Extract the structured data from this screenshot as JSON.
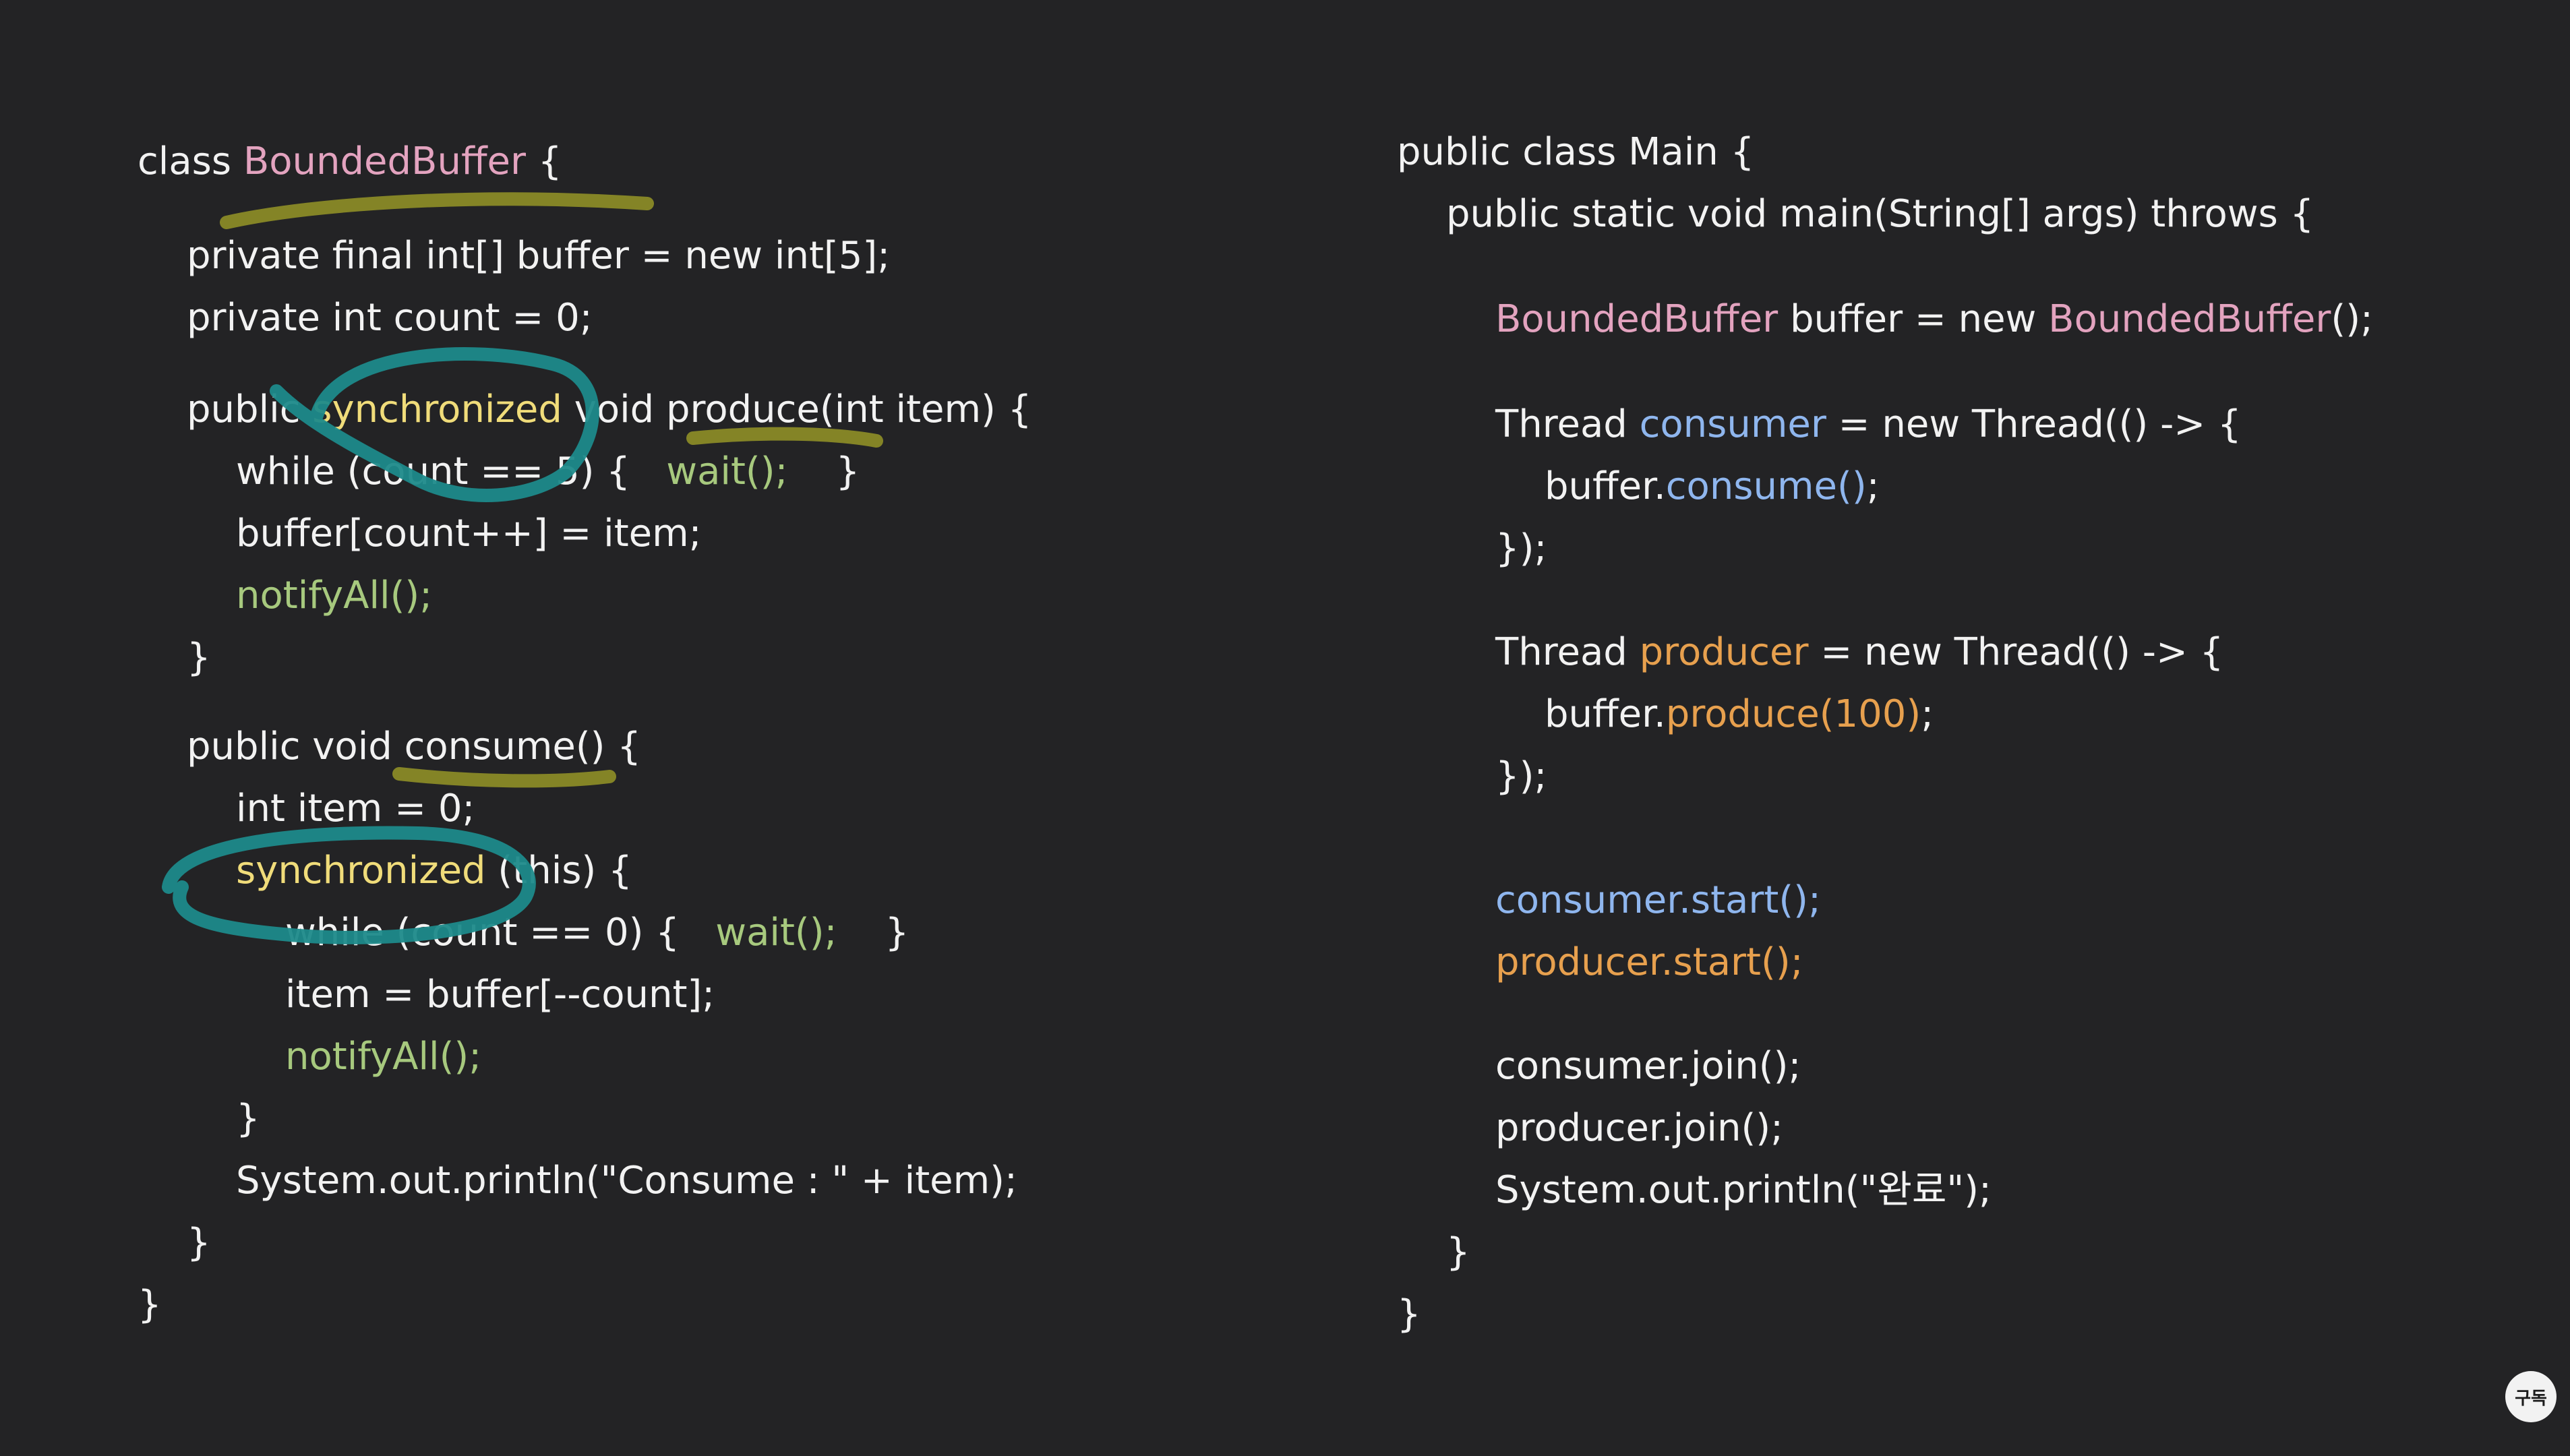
{
  "colors": {
    "background": "#232325",
    "default": "#f2f2f2",
    "class_name": "#e3a3bf",
    "synchronized_keyword": "#f0dc7a",
    "wait_notify": "#a7c97e",
    "consumer": "#8fb6ee",
    "producer": "#e7a04e",
    "annotation_teal": "#1e8a8a",
    "annotation_olive": "#8a8a26"
  },
  "left_code": [
    [
      [
        "class ",
        "white"
      ],
      [
        "BoundedBuffer",
        "pink"
      ],
      [
        " {",
        "white"
      ]
    ],
    [
      [
        "private final int[] buffer = new int[5];",
        "white"
      ]
    ],
    [
      [
        "private int count = 0;",
        "white"
      ]
    ],
    [
      [
        "public ",
        "white"
      ],
      [
        "synchronized",
        "yellow"
      ],
      [
        " void produce(int item) {",
        "white"
      ]
    ],
    [
      [
        "while (count == 5) {   ",
        "white"
      ],
      [
        "wait();",
        "green"
      ],
      [
        "    }",
        "white"
      ]
    ],
    [
      [
        "buffer[count++] = item;",
        "white"
      ]
    ],
    [
      [
        "notifyAll();",
        "green"
      ]
    ],
    [
      [
        "}",
        "white"
      ]
    ],
    [
      [
        "public void consume() {",
        "white"
      ]
    ],
    [
      [
        "int item = 0;",
        "white"
      ]
    ],
    [
      [
        "synchronized",
        "yellow"
      ],
      [
        " (this) {",
        "white"
      ]
    ],
    [
      [
        "while (count == 0) {   ",
        "white"
      ],
      [
        "wait();",
        "green"
      ],
      [
        "    }",
        "white"
      ]
    ],
    [
      [
        "item = buffer[--count];",
        "white"
      ]
    ],
    [
      [
        "notifyAll();",
        "green"
      ]
    ],
    [
      [
        "}",
        "white"
      ]
    ],
    [
      [
        "System.out.println(\"Consume : \" + item);",
        "white"
      ]
    ],
    [
      [
        "}",
        "white"
      ]
    ],
    [
      [
        "}",
        "white"
      ]
    ]
  ],
  "right_code": [
    [
      [
        "public class Main {",
        "white"
      ]
    ],
    [
      [
        "public static void main(String[] args) throws {",
        "white"
      ]
    ],
    [
      [
        "BoundedBuffer",
        "pink"
      ],
      [
        " buffer = new ",
        "white"
      ],
      [
        "BoundedBuffer",
        "pink"
      ],
      [
        "();",
        "white"
      ]
    ],
    [
      [
        "Thread ",
        "white"
      ],
      [
        "consumer",
        "cyan"
      ],
      [
        " = new Thread(() -> {",
        "white"
      ]
    ],
    [
      [
        "buffer.",
        "white"
      ],
      [
        "consume()",
        "cyan"
      ],
      [
        ";",
        "white"
      ]
    ],
    [
      [
        "});",
        "white"
      ]
    ],
    [
      [
        "Thread ",
        "white"
      ],
      [
        "producer",
        "orange"
      ],
      [
        " = new Thread(() -> {",
        "white"
      ]
    ],
    [
      [
        "buffer.",
        "white"
      ],
      [
        "produce(100)",
        "orange"
      ],
      [
        ";",
        "white"
      ]
    ],
    [
      [
        "});",
        "white"
      ]
    ],
    [
      [
        "consumer.start();",
        "blue"
      ]
    ],
    [
      [
        "producer.start();",
        "orange"
      ]
    ],
    [
      [
        "consumer.join();",
        "white"
      ]
    ],
    [
      [
        "producer.join();",
        "white"
      ]
    ],
    [
      [
        "System.out.println(\"완료\");",
        "white"
      ]
    ],
    [
      [
        "}",
        "white"
      ]
    ],
    [
      [
        "}",
        "white"
      ]
    ]
  ],
  "badge": {
    "label": "구독"
  }
}
